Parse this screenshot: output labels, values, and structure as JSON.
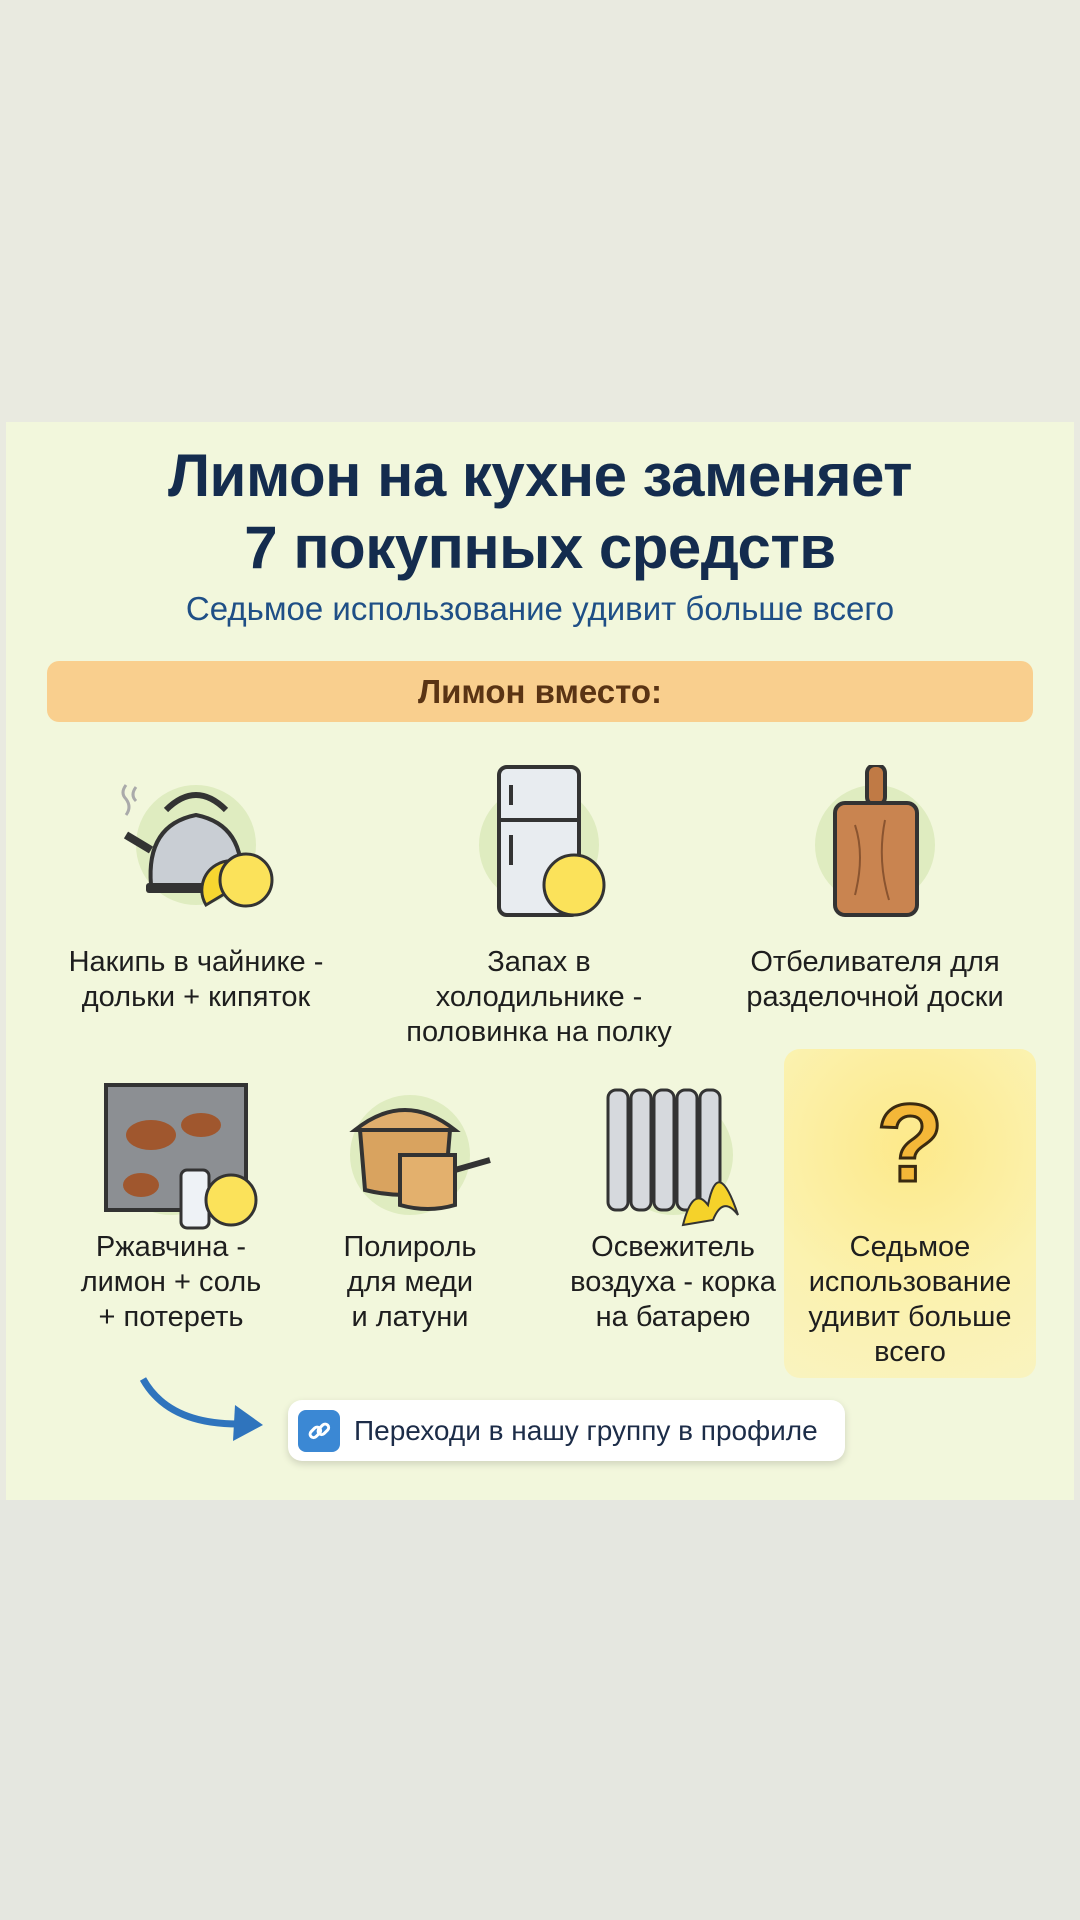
{
  "title": {
    "line1": "Лимон на кухне заменяет",
    "line2": "7 покупных средств"
  },
  "subtitle": "Седьмое использование удивит больше всего",
  "banner": "Лимон вместо:",
  "items": [
    {
      "icon": "kettle-lemon-icon",
      "line1": "Накипь в чайнике -",
      "line2": "дольки + кипяток"
    },
    {
      "icon": "fridge-lemon-icon",
      "line1": "Запах в холодильнике -",
      "line2": "половинка на полку"
    },
    {
      "icon": "cutting-board-icon",
      "line1": "Отбеливателя для",
      "line2": "разделочной доски"
    },
    {
      "icon": "rust-salt-lemon-icon",
      "line1": "Ржавчина -",
      "line2": "лимон + соль",
      "line3": "+ потереть"
    },
    {
      "icon": "copper-pots-icon",
      "line1": "Полироль",
      "line2": "для меди",
      "line3": "и латуни"
    },
    {
      "icon": "radiator-peel-icon",
      "line1": "Освежитель",
      "line2": "воздуха - корка",
      "line3": "на батарею"
    },
    {
      "icon": "question-mark-icon",
      "line1": "Седьмое",
      "line2": "использование",
      "line3": "удивит больше",
      "line4": "всего",
      "symbol": "?"
    }
  ],
  "cta": {
    "label": "Переходи в нашу группу в профиле",
    "icon": "link-icon"
  },
  "colors": {
    "title": "#142c4e",
    "subtitle": "#1f4f86",
    "banner": "#f9cf8e",
    "panel": "#f2f7dc",
    "accent": "#3b88d4"
  }
}
